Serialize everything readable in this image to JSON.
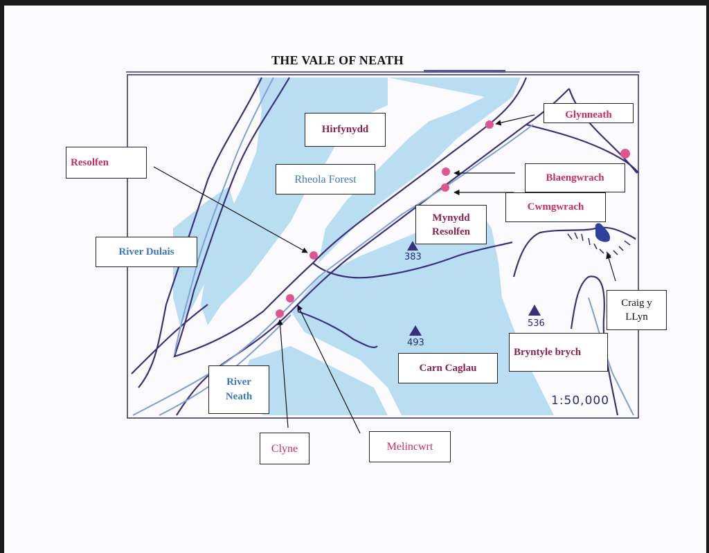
{
  "title": "THE VALE OF NEATH",
  "scale": "1:50,000",
  "colors": {
    "land_shading": "#a9d6ef",
    "river": "#7f9ed8",
    "contour": "#3a2f7a",
    "settlement": "#e0558f",
    "place_label_red": "#cc2b5e",
    "place_label_maroon": "#8c1f4f",
    "feature_label_blue": "#3a78c8"
  },
  "settlements": {
    "resolfen": "Resolfen",
    "glynneath": "Glynneath",
    "blaengwrach": "Blaengwrach",
    "cwmgwrach": "Cwmgwrach",
    "clyne": "Clyne",
    "melincwrt": "Melincwrt"
  },
  "hills": {
    "hirfynydd": "Hirfynydd",
    "mynydd_resolfen": "Mynydd Resolfen",
    "carn_caglau": "Carn Caglau",
    "bryntyle_brych": "Bryntyle brych"
  },
  "features": {
    "rheola_forest": "Rheola Forest",
    "river_dulais": "River Dulais",
    "river_neath": "River Neath",
    "craig_y_llyn": "Craig y LLyn"
  },
  "spot_heights": {
    "h383": "383",
    "h493": "493",
    "h536": "536"
  },
  "icons": {
    "settlement": "pink-dot-icon",
    "summit": "triangle-icon",
    "lake": "lake-icon"
  }
}
